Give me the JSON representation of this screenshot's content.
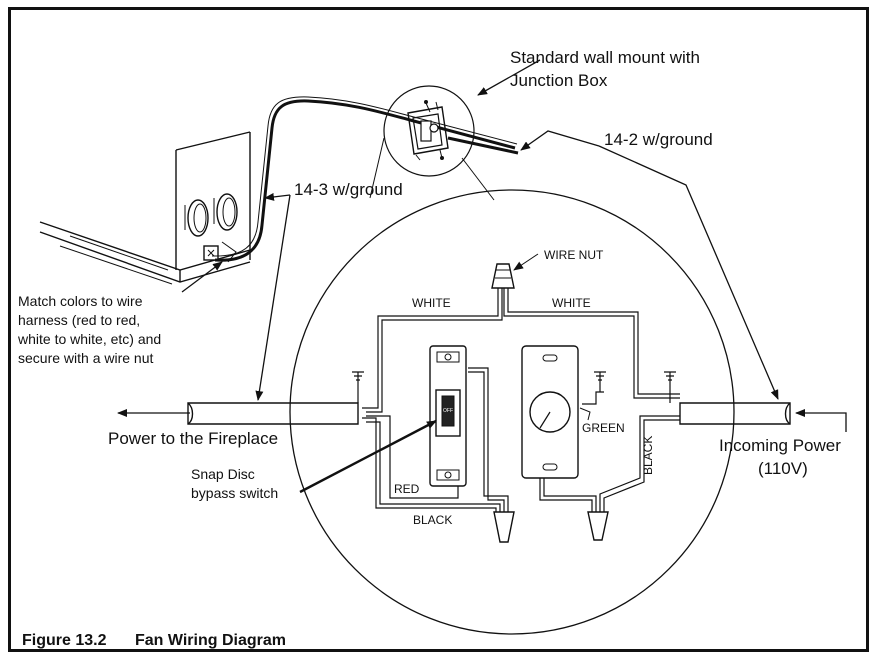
{
  "labels": {
    "junction_box_line1": "Standard wall mount with",
    "junction_box_line2": "Junction Box",
    "wire_14_2": "14-2 w/ground",
    "wire_14_3": "14-3 w/ground",
    "match_line1": "Match colors to wire",
    "match_line2": "harness (red to red,",
    "match_line3": "white to white, etc) and",
    "match_line4": "secure with a wire nut",
    "power_to_fireplace": "Power to the Fireplace",
    "incoming_power_line1": "Incoming Power",
    "incoming_power_line2": "(110V)",
    "snap_disc_line1": "Snap Disc",
    "snap_disc_line2": "bypass switch",
    "wire_nut": "WIRE NUT",
    "white_left": "WHITE",
    "white_right": "WHITE",
    "green": "GREEN",
    "black_right": "BLACK",
    "red": "RED",
    "black_bottom": "BLACK",
    "switch_off": "OFF"
  },
  "caption": {
    "figure_number": "Figure 13.2",
    "title": "Fan Wiring Diagram"
  }
}
